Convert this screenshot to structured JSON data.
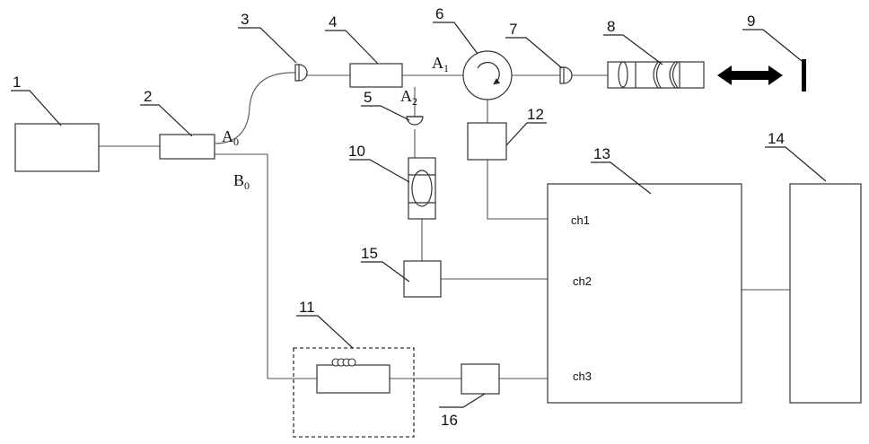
{
  "labels": {
    "n1": "1",
    "n2": "2",
    "n3": "3",
    "n4": "4",
    "n5": "5",
    "n6": "6",
    "n7": "7",
    "n8": "8",
    "n9": "9",
    "n10": "10",
    "n11": "11",
    "n12": "12",
    "n13": "13",
    "n14": "14",
    "n15": "15",
    "n16": "16"
  },
  "signals": {
    "a0": "A",
    "a0_sub": "0",
    "b0": "B",
    "b0_sub": "0",
    "a1": "A",
    "a1_sub": "1",
    "a2": "A",
    "a2_sub": "2"
  },
  "channels": {
    "ch1": "ch1",
    "ch2": "ch2",
    "ch3": "ch3"
  }
}
